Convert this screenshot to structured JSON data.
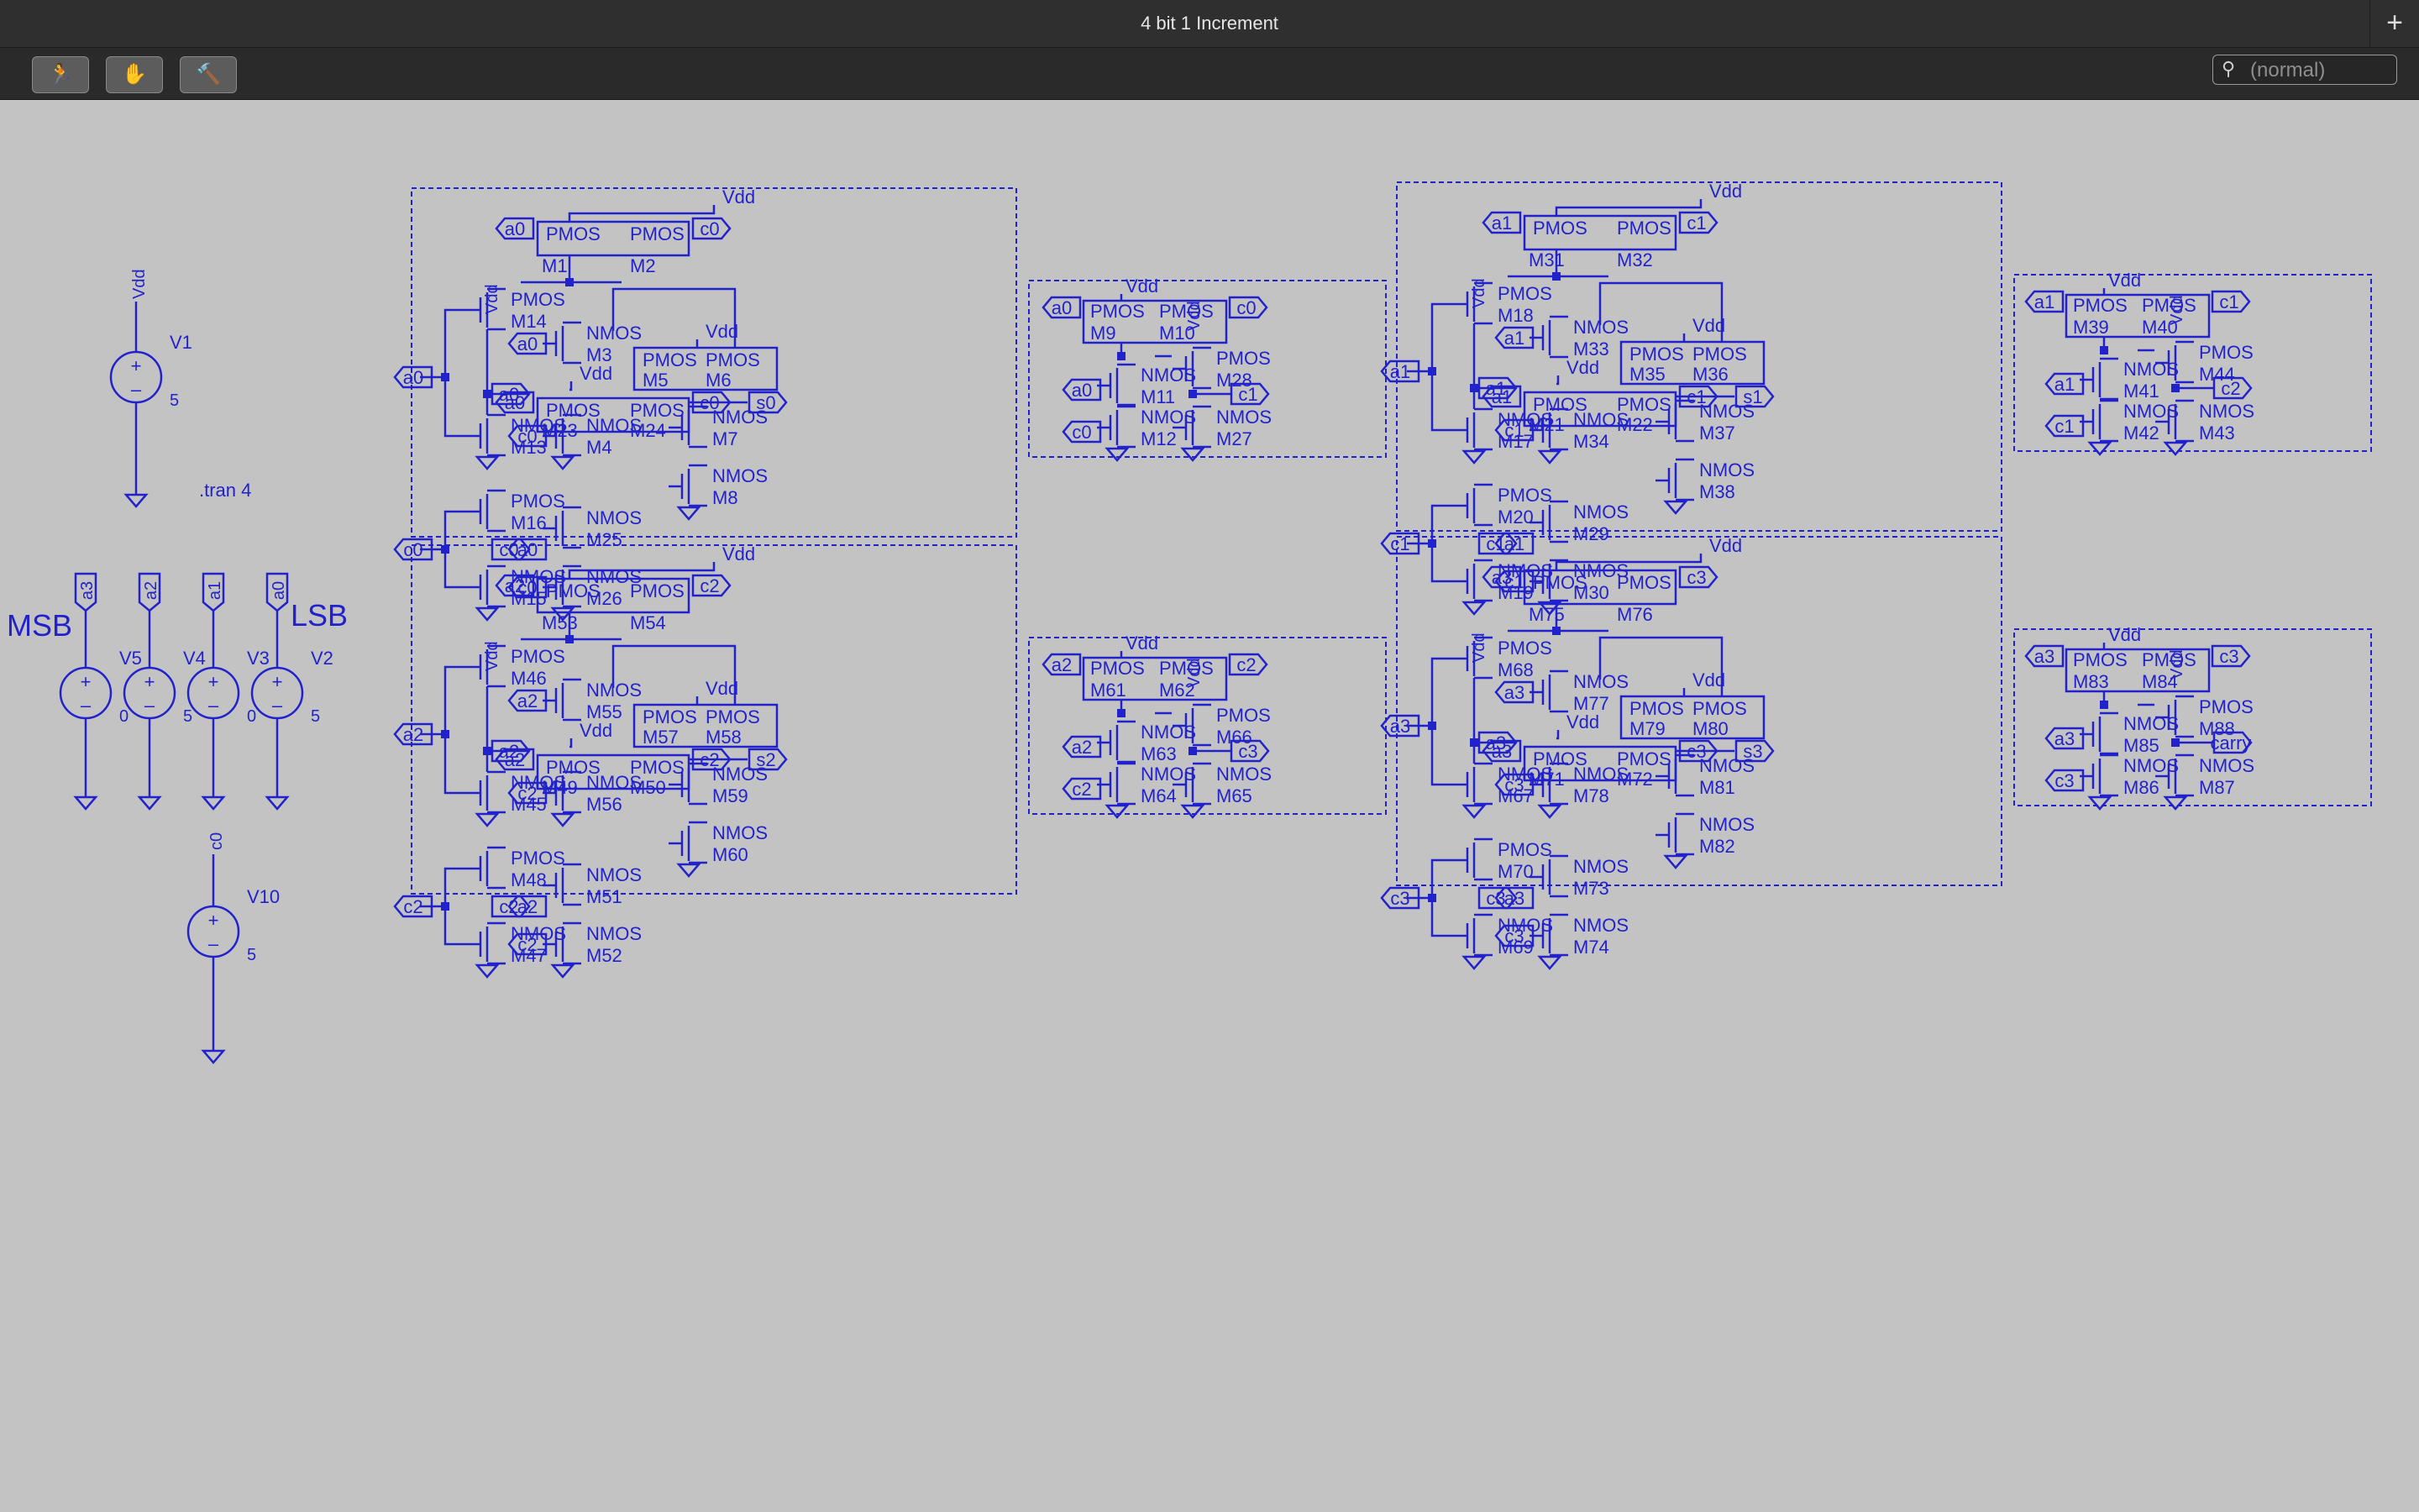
{
  "window": {
    "title": "4 bit 1 Increment",
    "new_tab_icon": "plus-icon"
  },
  "toolbar": {
    "tools": [
      {
        "name": "run-tool",
        "icon": "running-man-icon",
        "glyph": "🏃"
      },
      {
        "name": "halt-tool",
        "icon": "hand-icon",
        "glyph": "✋"
      },
      {
        "name": "settings-tool",
        "icon": "hammer-icon",
        "glyph": "🔨"
      }
    ],
    "search_placeholder": "(normal)",
    "search_icon": "magnifier-icon"
  },
  "colors": {
    "wire": "#2222cc",
    "background": "#c3c3c3",
    "toolbar": "#2a2a2a"
  },
  "labels": {
    "msb": "MSB",
    "lsb": "LSB",
    "directive": ".tran 4",
    "vdd": "Vdd"
  },
  "sources": [
    {
      "name": "V1",
      "net": "Vdd",
      "value": "5"
    },
    {
      "name": "V5",
      "net": "a3",
      "value": "0"
    },
    {
      "name": "V4",
      "net": "a2",
      "value": "5"
    },
    {
      "name": "V3",
      "net": "a1",
      "value": "0"
    },
    {
      "name": "V2",
      "net": "a0",
      "value": "5"
    },
    {
      "name": "V10",
      "net": "c0",
      "value": "5"
    }
  ],
  "xor_cells": [
    {
      "in_a": "a0",
      "in_c": "c0",
      "out": "s0",
      "m": [
        "M1",
        "M2",
        "M14",
        "M13",
        "M3",
        "M4",
        "M5",
        "M6",
        "M23",
        "M24",
        "M16",
        "M15",
        "M25",
        "M26",
        "M7",
        "M8"
      ]
    },
    {
      "in_a": "a2",
      "in_c": "c2",
      "out": "s2",
      "m": [
        "M53",
        "M54",
        "M46",
        "M45",
        "M55",
        "M56",
        "M57",
        "M58",
        "M49",
        "M50",
        "M48",
        "M47",
        "M51",
        "M52",
        "M59",
        "M60"
      ]
    },
    {
      "in_a": "a1",
      "in_c": "c1",
      "out": "s1",
      "m": [
        "M31",
        "M32",
        "M18",
        "M17",
        "M33",
        "M34",
        "M35",
        "M36",
        "M21",
        "M22",
        "M20",
        "M19",
        "M29",
        "M30",
        "M37",
        "M38"
      ]
    },
    {
      "in_a": "a3",
      "in_c": "c3",
      "out": "s3",
      "m": [
        "M75",
        "M76",
        "M68",
        "M67",
        "M77",
        "M78",
        "M79",
        "M80",
        "M71",
        "M72",
        "M70",
        "M69",
        "M73",
        "M74",
        "M81",
        "M82"
      ]
    }
  ],
  "and_cells": [
    {
      "in_a": "a0",
      "in_c": "c0",
      "out": "c1",
      "m": [
        "M9",
        "M10",
        "M11",
        "M12",
        "M28",
        "M27"
      ]
    },
    {
      "in_a": "a2",
      "in_c": "c2",
      "out": "c3",
      "m": [
        "M61",
        "M62",
        "M63",
        "M64",
        "M66",
        "M65"
      ]
    },
    {
      "in_a": "a1",
      "in_c": "c1",
      "out": "c2",
      "m": [
        "M39",
        "M40",
        "M41",
        "M42",
        "M44",
        "M43"
      ]
    },
    {
      "in_a": "a3",
      "in_c": "c3",
      "out": "carry",
      "m": [
        "M83",
        "M84",
        "M85",
        "M86",
        "M88",
        "M87"
      ]
    }
  ],
  "device_types": {
    "p": "PMOS",
    "n": "NMOS"
  }
}
